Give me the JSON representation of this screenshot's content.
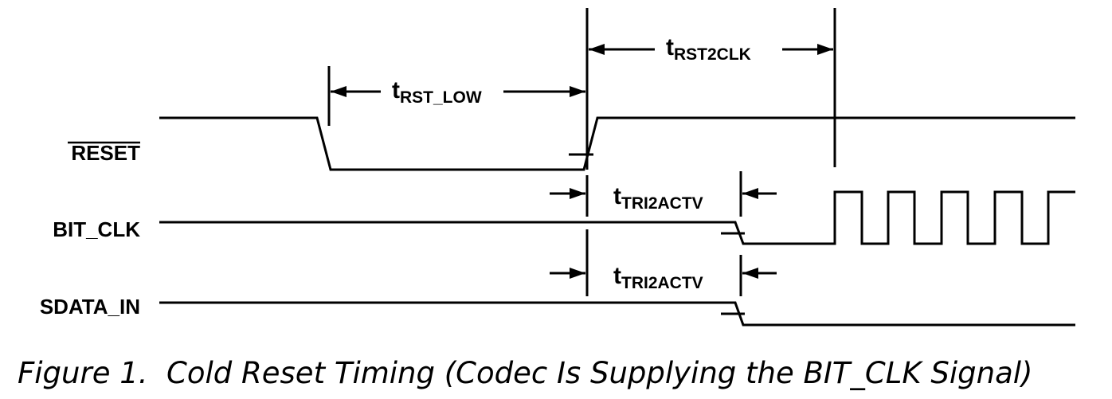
{
  "signals": [
    {
      "id": "reset",
      "label": "RESET",
      "overbar": true
    },
    {
      "id": "bit_clk",
      "label": "BIT_CLK",
      "overbar": false
    },
    {
      "id": "sdata_in",
      "label": "SDATA_IN",
      "overbar": false
    }
  ],
  "timing_parameters": [
    {
      "id": "rst_low",
      "main": "t",
      "sub": "RST_LOW"
    },
    {
      "id": "rst2clk",
      "main": "t",
      "sub": "RST2CLK"
    },
    {
      "id": "tri2actv_clk",
      "main": "t",
      "sub": "TRI2ACTV"
    },
    {
      "id": "tri2actv_sdata",
      "main": "t",
      "sub": "TRI2ACTV"
    }
  ],
  "caption": "Figure 1.  Cold Reset Timing (Codec Is Supplying the BIT_CLK Signal)",
  "colors": {
    "ink": "#000000",
    "background": "#ffffff"
  }
}
